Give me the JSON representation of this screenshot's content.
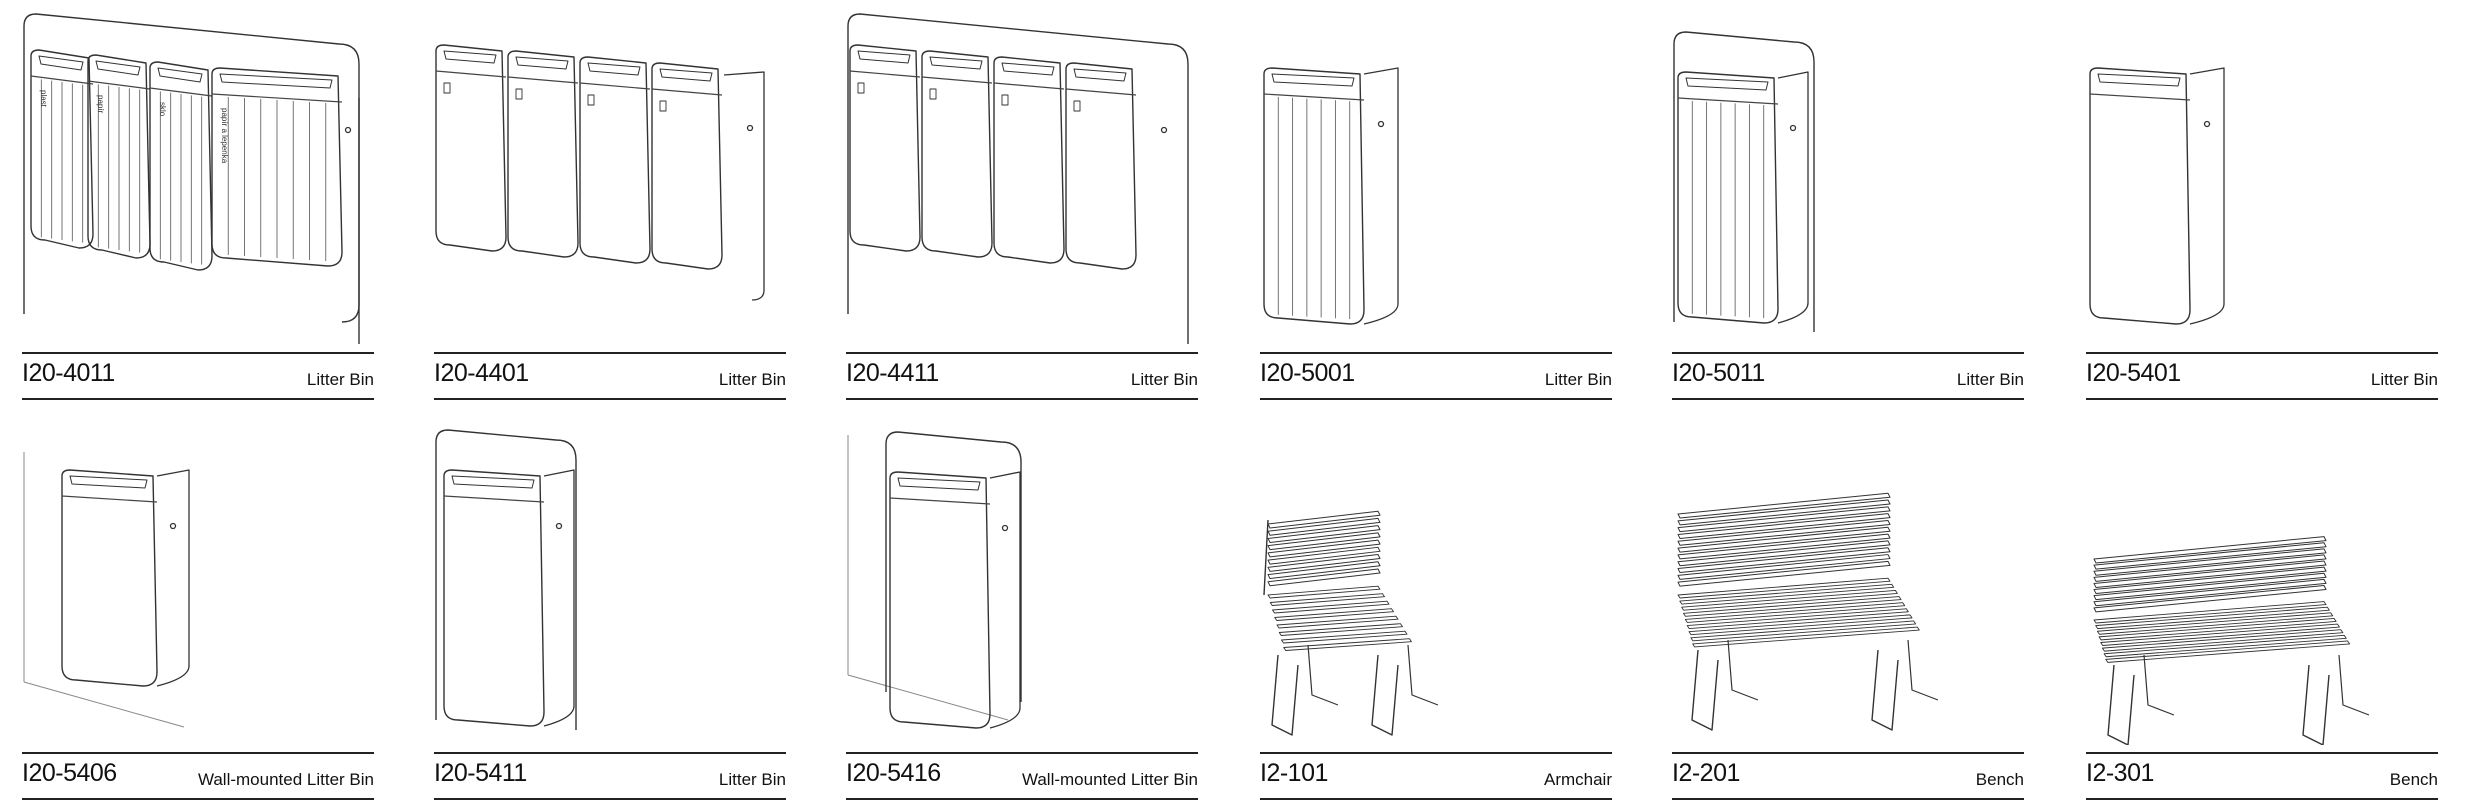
{
  "products": [
    {
      "code": "I20-4011",
      "category": "Litter Bin",
      "illustration": "litter-bin-4-slatted-framed",
      "labels": [
        "plast",
        "papír",
        "sklo",
        "papír a lepenka"
      ]
    },
    {
      "code": "I20-4401",
      "category": "Litter Bin",
      "illustration": "litter-bin-4-plain"
    },
    {
      "code": "I20-4411",
      "category": "Litter Bin",
      "illustration": "litter-bin-4-plain-framed"
    },
    {
      "code": "I20-5001",
      "category": "Litter Bin",
      "illustration": "litter-bin-slatted"
    },
    {
      "code": "I20-5011",
      "category": "Litter Bin",
      "illustration": "litter-bin-slatted-framed"
    },
    {
      "code": "I20-5401",
      "category": "Litter Bin",
      "illustration": "litter-bin-plain"
    },
    {
      "code": "I20-5406",
      "category": "Wall-mounted Litter Bin",
      "illustration": "litter-bin-wall"
    },
    {
      "code": "I20-5411",
      "category": "Litter Bin",
      "illustration": "litter-bin-plain-framed"
    },
    {
      "code": "I20-5416",
      "category": "Wall-mounted Litter Bin",
      "illustration": "litter-bin-wall-framed"
    },
    {
      "code": "I2-101",
      "category": "Armchair",
      "illustration": "armchair"
    },
    {
      "code": "I2-201",
      "category": "Bench",
      "illustration": "bench"
    },
    {
      "code": "I2-301",
      "category": "Bench",
      "illustration": "bench-long"
    }
  ]
}
